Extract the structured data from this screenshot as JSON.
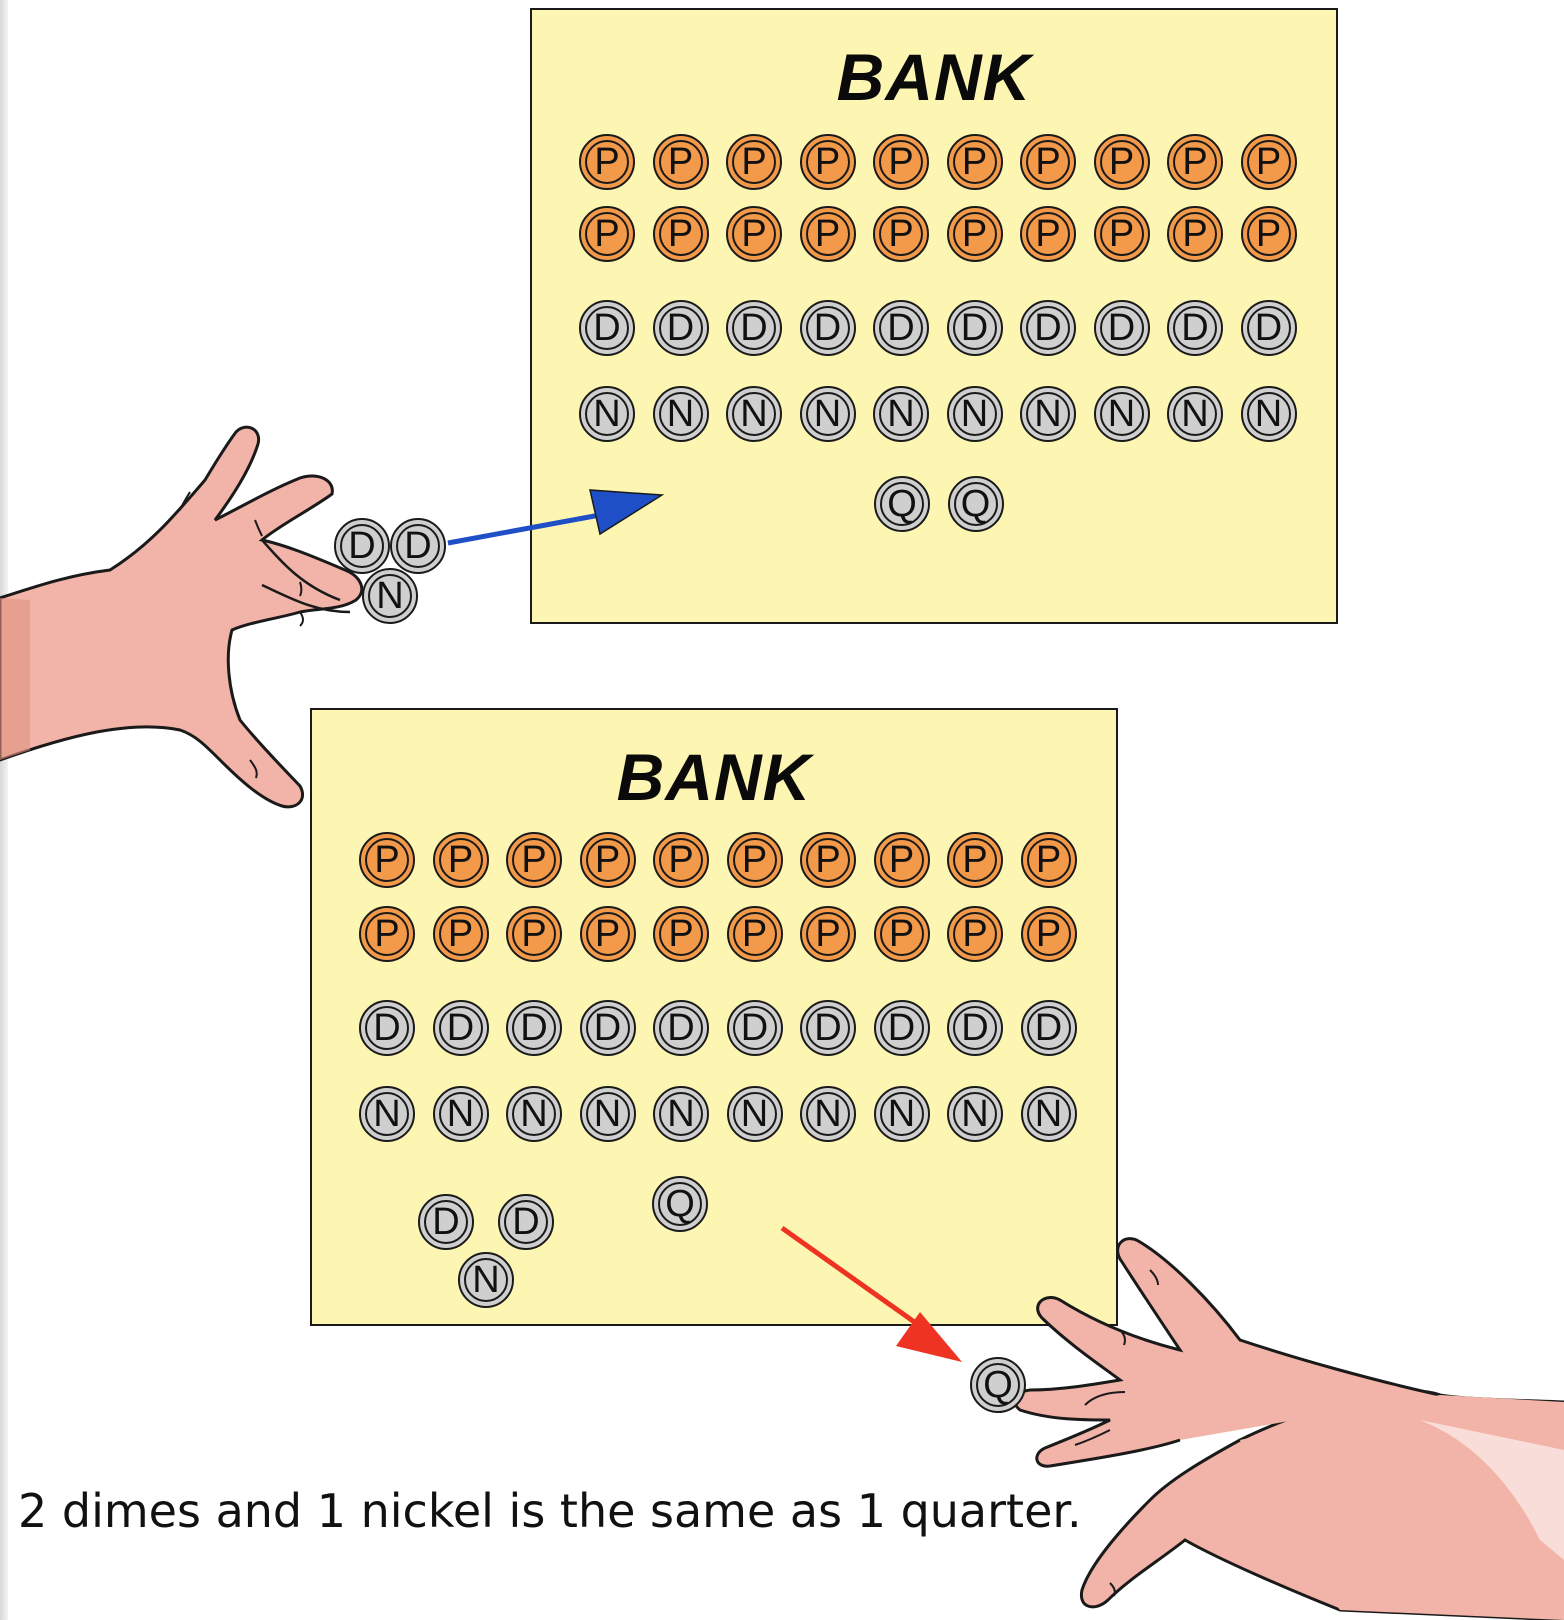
{
  "banks": [
    {
      "title": "BANK",
      "pennies_row1": [
        "P",
        "P",
        "P",
        "P",
        "P",
        "P",
        "P",
        "P",
        "P",
        "P"
      ],
      "pennies_row2": [
        "P",
        "P",
        "P",
        "P",
        "P",
        "P",
        "P",
        "P",
        "P",
        "P"
      ],
      "dimes": [
        "D",
        "D",
        "D",
        "D",
        "D",
        "D",
        "D",
        "D",
        "D",
        "D"
      ],
      "nickels": [
        "N",
        "N",
        "N",
        "N",
        "N",
        "N",
        "N",
        "N",
        "N",
        "N"
      ],
      "quarters": [
        "Q",
        "Q"
      ]
    },
    {
      "title": "BANK",
      "pennies_row1": [
        "P",
        "P",
        "P",
        "P",
        "P",
        "P",
        "P",
        "P",
        "P",
        "P"
      ],
      "pennies_row2": [
        "P",
        "P",
        "P",
        "P",
        "P",
        "P",
        "P",
        "P",
        "P",
        "P"
      ],
      "dimes": [
        "D",
        "D",
        "D",
        "D",
        "D",
        "D",
        "D",
        "D",
        "D",
        "D"
      ],
      "nickels": [
        "N",
        "N",
        "N",
        "N",
        "N",
        "N",
        "N",
        "N",
        "N",
        "N"
      ],
      "deposited": [
        "D",
        "D",
        "N"
      ],
      "quarters": [
        "Q"
      ]
    }
  ],
  "hand_top_coins": [
    "D",
    "D",
    "N"
  ],
  "hand_bottom_coin": "Q",
  "caption": "2 dimes and 1 nickel is the same as 1 quarter.",
  "colors": {
    "panel": "#fdf6b2",
    "penny": "#f3994a",
    "silver": "#cfcfcf",
    "arrow_deposit": "#1f4fc7",
    "arrow_withdraw": "#ee3322",
    "skin": "#f2b4a8"
  }
}
